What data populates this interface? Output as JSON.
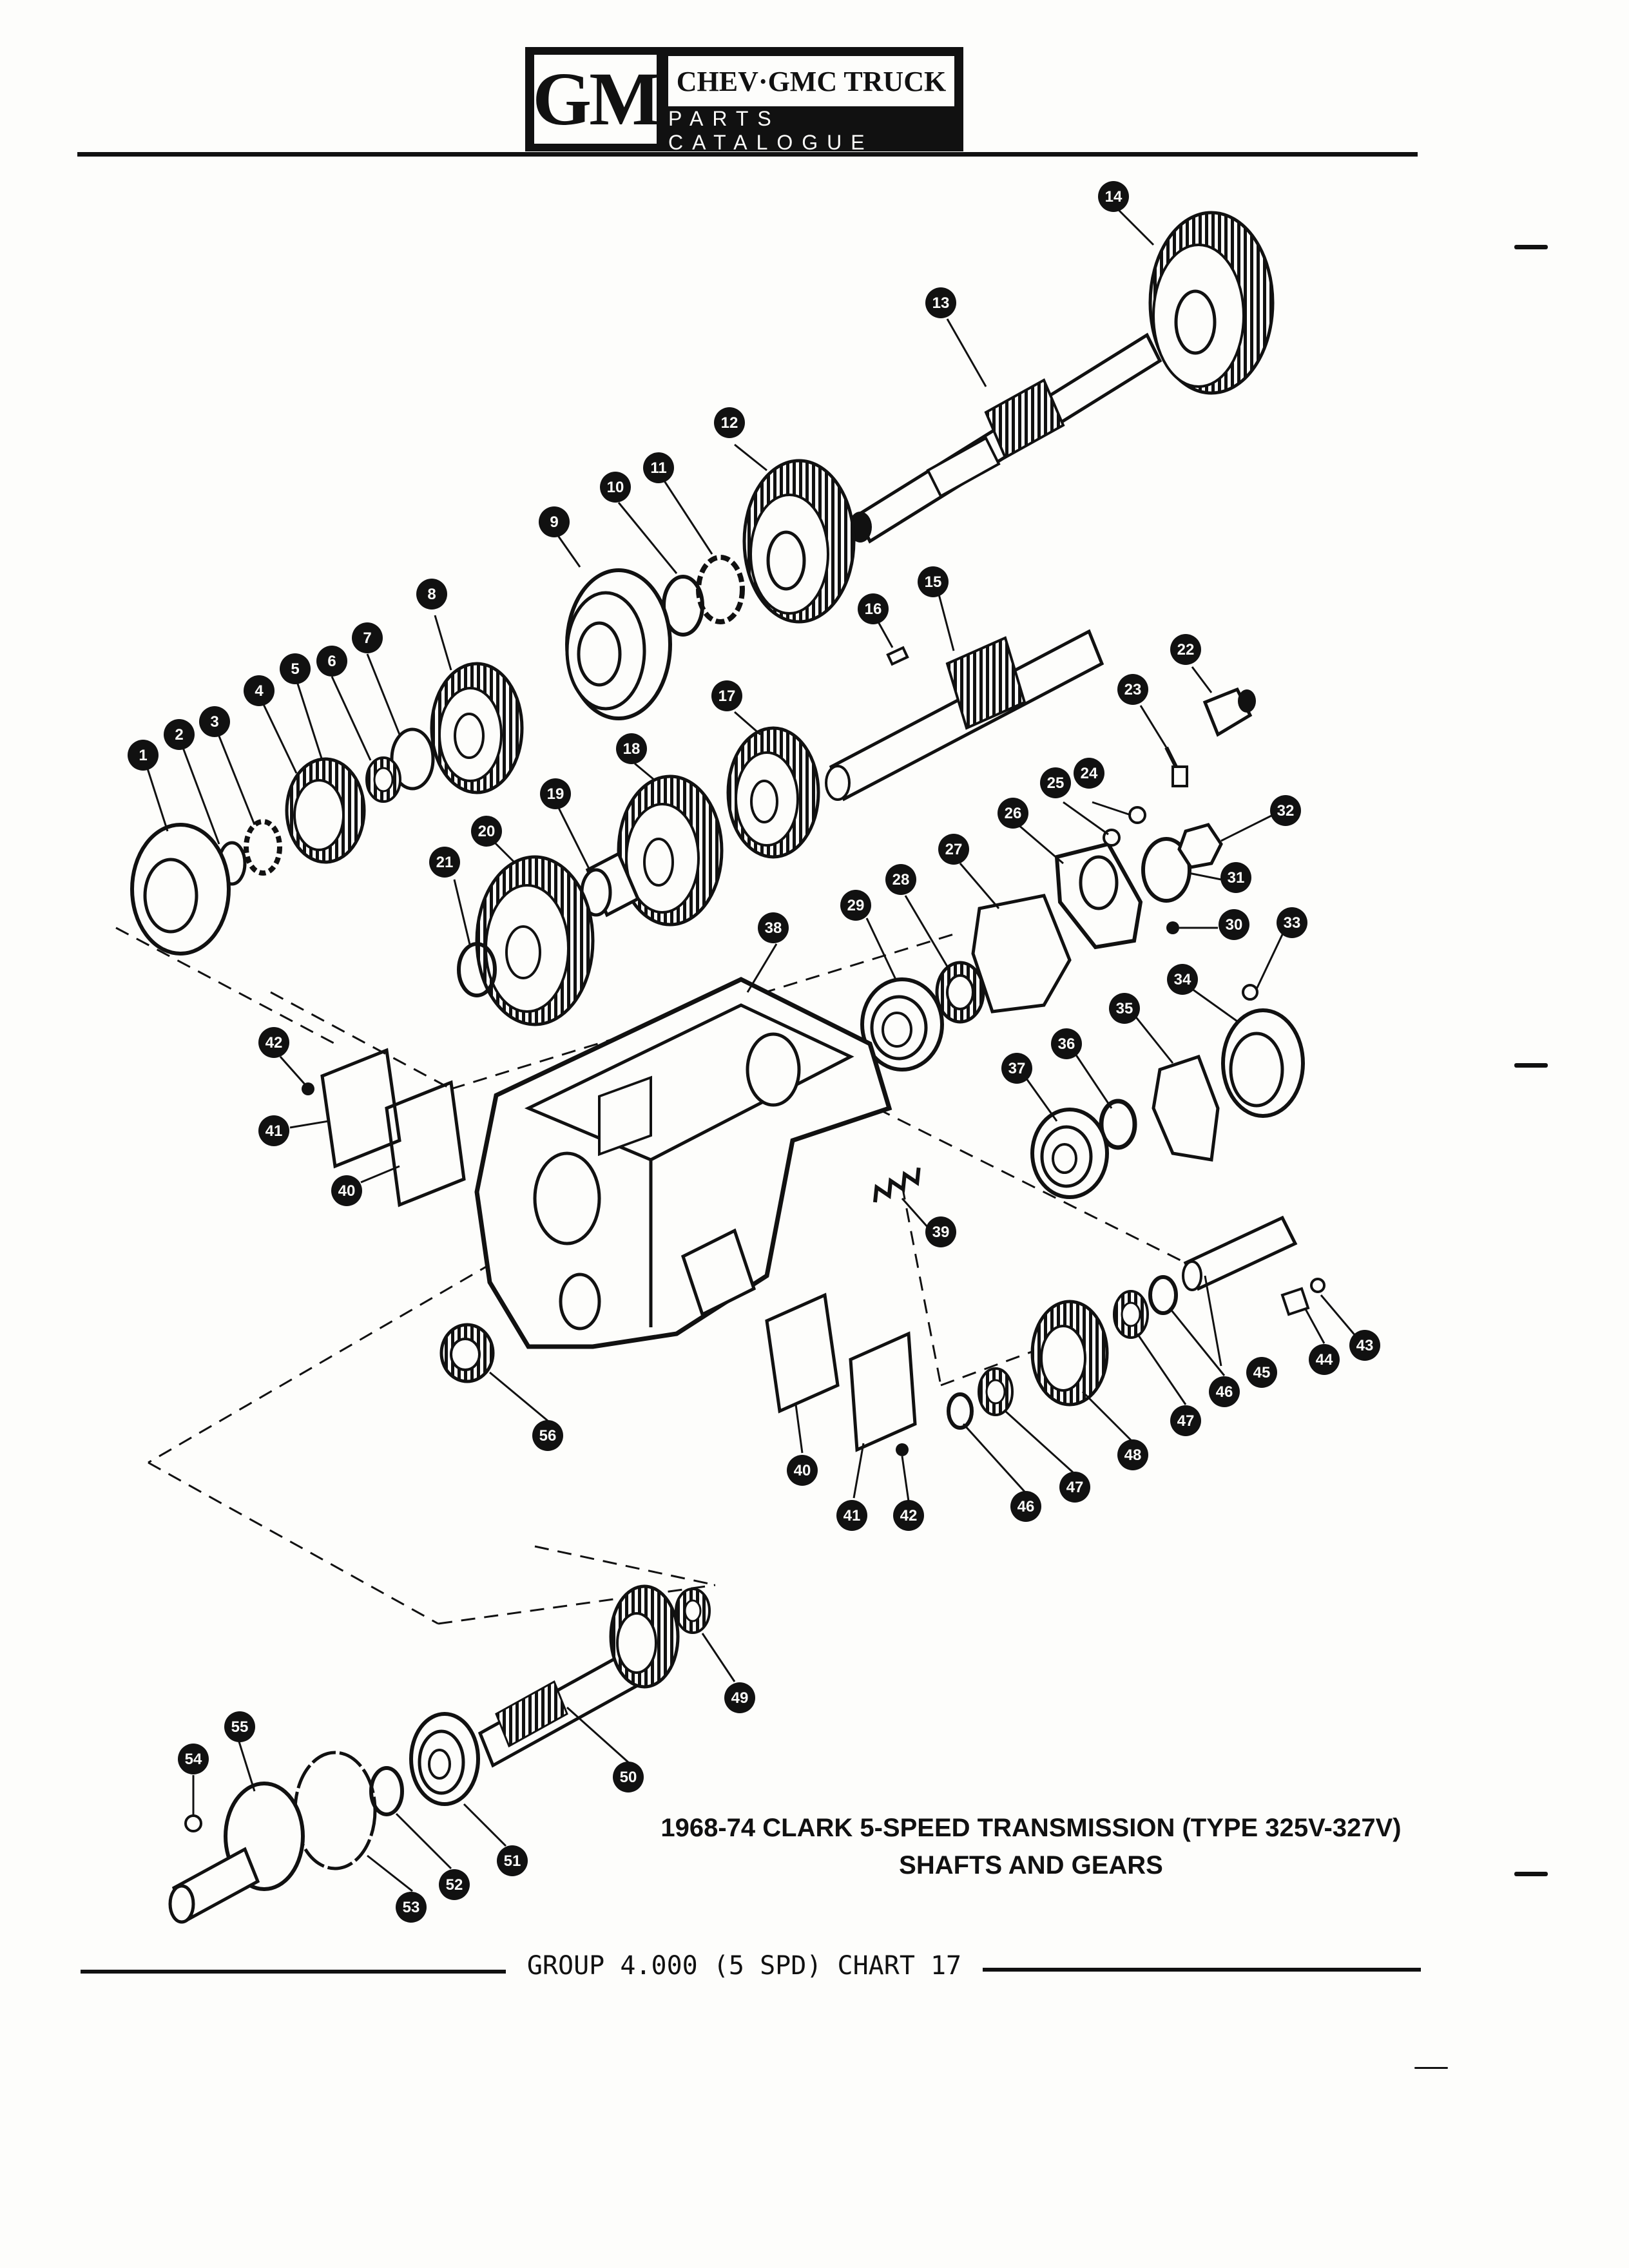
{
  "header": {
    "brand": "GM",
    "title": "CHEV·GMC TRUCK",
    "subtitle": "PARTS CATALOGUE"
  },
  "diagram": {
    "callouts": [
      "1",
      "2",
      "3",
      "4",
      "5",
      "6",
      "7",
      "8",
      "9",
      "10",
      "11",
      "12",
      "13",
      "14",
      "15",
      "16",
      "17",
      "18",
      "19",
      "20",
      "21",
      "22",
      "23",
      "24",
      "25",
      "26",
      "27",
      "28",
      "29",
      "30",
      "31",
      "32",
      "33",
      "34",
      "35",
      "36",
      "37",
      "38",
      "39",
      "40",
      "41",
      "42",
      "43",
      "44",
      "45",
      "46",
      "47",
      "48",
      "49",
      "50",
      "51",
      "52",
      "53",
      "54",
      "55",
      "56"
    ]
  },
  "caption": {
    "line1": "1968-74 CLARK 5-SPEED TRANSMISSION (TYPE 325V-327V)",
    "line2": "SHAFTS AND GEARS"
  },
  "footer": {
    "text": "GROUP 4.000 (5 SPD) CHART 17"
  },
  "colors": {
    "ink": "#111111",
    "paper": "#fdfdfb"
  }
}
